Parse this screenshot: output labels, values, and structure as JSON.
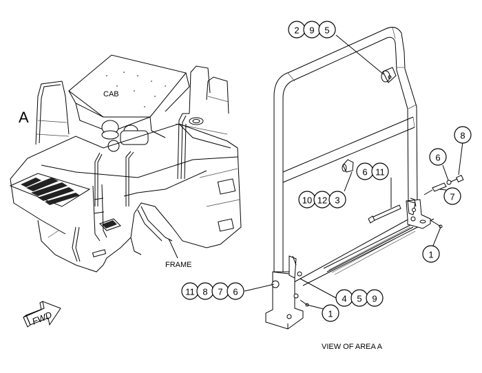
{
  "figure": {
    "area_marker": "A",
    "labels": {
      "cab": "CAB",
      "frame": "FRAME",
      "fwd": "FWD",
      "view_caption": "VIEW OF AREA  A"
    },
    "callout_groups": [
      {
        "id": "group-2-9-5",
        "items": [
          "2",
          "9",
          "5"
        ]
      },
      {
        "id": "group-8",
        "items": [
          "8"
        ]
      },
      {
        "id": "group-6-right",
        "items": [
          "6"
        ]
      },
      {
        "id": "group-7",
        "items": [
          "7"
        ]
      },
      {
        "id": "group-6-11",
        "items": [
          "6",
          "11"
        ]
      },
      {
        "id": "group-10-12-3",
        "items": [
          "10",
          "12",
          "3"
        ]
      },
      {
        "id": "group-1-right",
        "items": [
          "1"
        ]
      },
      {
        "id": "group-11-8-7-6",
        "items": [
          "11",
          "8",
          "7",
          "6"
        ]
      },
      {
        "id": "group-4-5-9",
        "items": [
          "4",
          "5",
          "9"
        ]
      },
      {
        "id": "group-1-bottom",
        "items": [
          "1"
        ]
      }
    ]
  }
}
